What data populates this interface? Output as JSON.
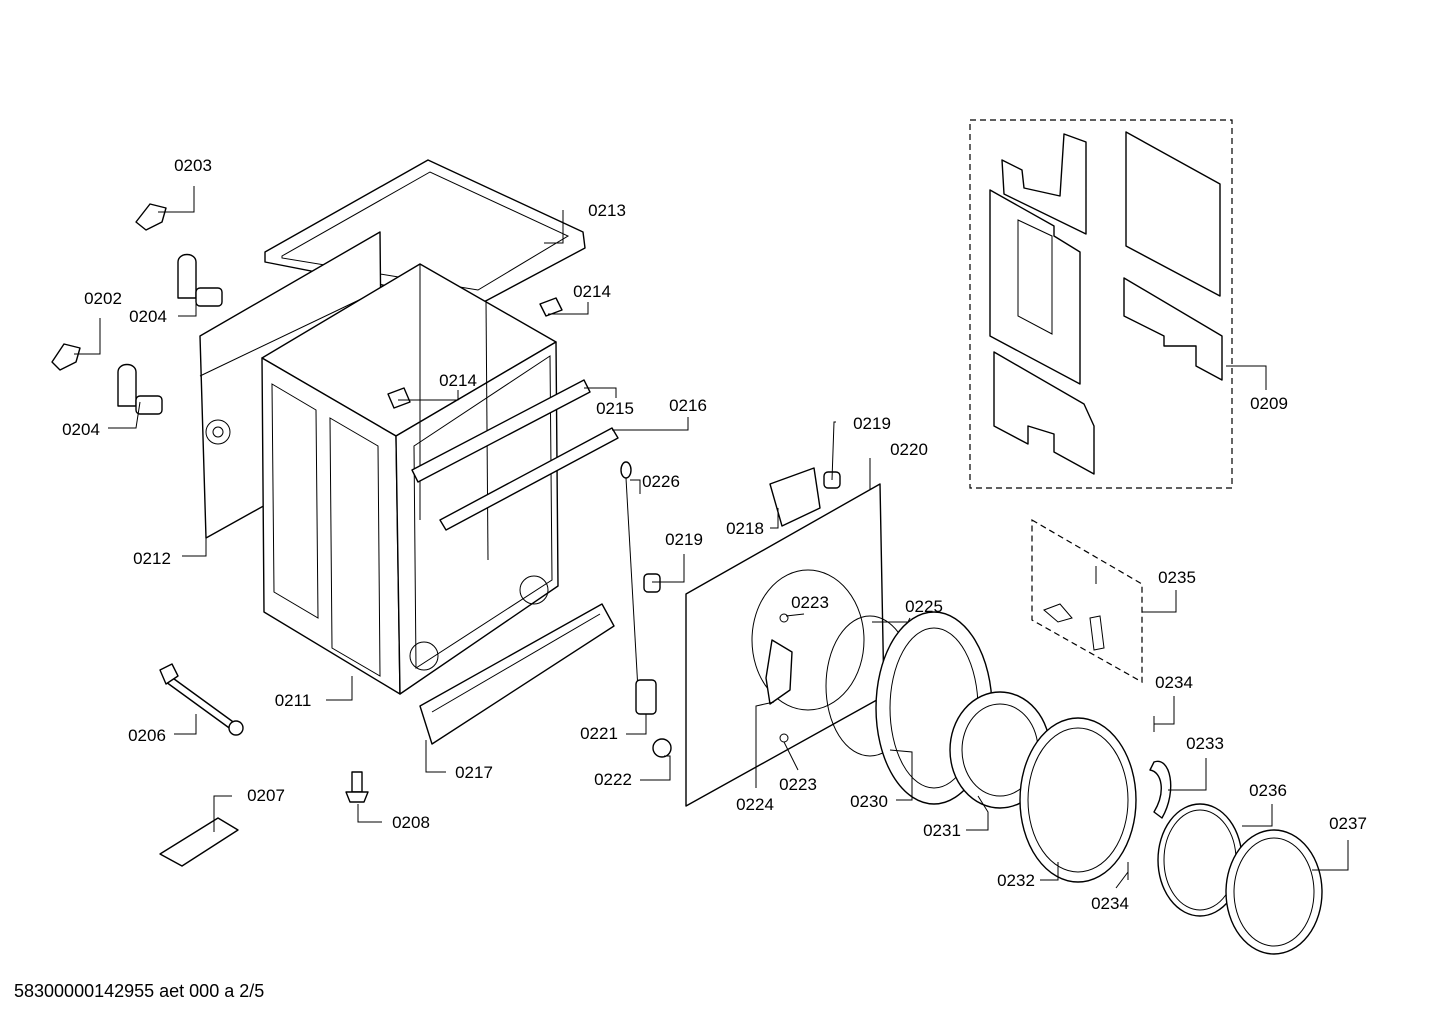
{
  "footer": "58300000142955 aet 000 a 2/5",
  "callouts": [
    {
      "id": "0203",
      "text": "0203"
    },
    {
      "id": "0213",
      "text": "0213"
    },
    {
      "id": "0202",
      "text": "0202"
    },
    {
      "id": "0204a",
      "text": "0204"
    },
    {
      "id": "0214a",
      "text": "0214"
    },
    {
      "id": "0214b",
      "text": "0214"
    },
    {
      "id": "0204b",
      "text": "0204"
    },
    {
      "id": "0215",
      "text": "0215"
    },
    {
      "id": "0216",
      "text": "0216"
    },
    {
      "id": "0209",
      "text": "0209"
    },
    {
      "id": "0219a",
      "text": "0219"
    },
    {
      "id": "0220",
      "text": "0220"
    },
    {
      "id": "0226",
      "text": "0226"
    },
    {
      "id": "0218",
      "text": "0218"
    },
    {
      "id": "0219b",
      "text": "0219"
    },
    {
      "id": "0212",
      "text": "0212"
    },
    {
      "id": "0235",
      "text": "0235"
    },
    {
      "id": "0223a",
      "text": "0223"
    },
    {
      "id": "0225",
      "text": "0225"
    },
    {
      "id": "0234a",
      "text": "0234"
    },
    {
      "id": "0211",
      "text": "0211"
    },
    {
      "id": "0206",
      "text": "0206"
    },
    {
      "id": "0221",
      "text": "0221"
    },
    {
      "id": "0233",
      "text": "0233"
    },
    {
      "id": "0217",
      "text": "0217"
    },
    {
      "id": "0222",
      "text": "0222"
    },
    {
      "id": "0236",
      "text": "0236"
    },
    {
      "id": "0223b",
      "text": "0223"
    },
    {
      "id": "0224",
      "text": "0224"
    },
    {
      "id": "0230",
      "text": "0230"
    },
    {
      "id": "0207",
      "text": "0207"
    },
    {
      "id": "0237",
      "text": "0237"
    },
    {
      "id": "0208",
      "text": "0208"
    },
    {
      "id": "0231",
      "text": "0231"
    },
    {
      "id": "0232",
      "text": "0232"
    },
    {
      "id": "0234b",
      "text": "0234"
    }
  ]
}
